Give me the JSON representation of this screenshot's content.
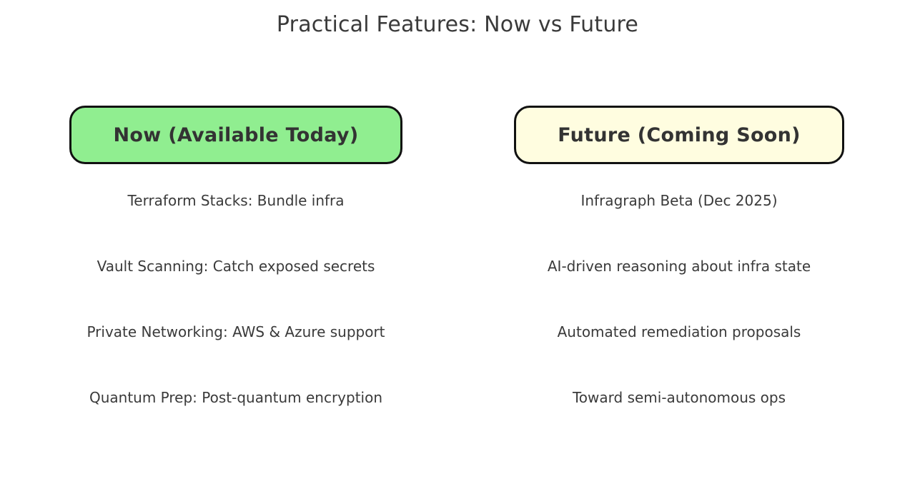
{
  "title": "Practical Features: Now vs Future",
  "colors": {
    "now_bg": "#90EE90",
    "future_bg": "#FFFDE0",
    "border": "#111111",
    "text": "#3a3a3a"
  },
  "columns": [
    {
      "id": "now",
      "header": "Now (Available Today)",
      "items": [
        "Terraform Stacks: Bundle infra",
        "Vault Scanning: Catch exposed secrets",
        "Private Networking: AWS & Azure support",
        "Quantum Prep: Post-quantum encryption"
      ]
    },
    {
      "id": "future",
      "header": "Future (Coming Soon)",
      "items": [
        "Infragraph Beta (Dec 2025)",
        "AI-driven reasoning about infra state",
        "Automated remediation proposals",
        "Toward semi-autonomous ops"
      ]
    }
  ]
}
